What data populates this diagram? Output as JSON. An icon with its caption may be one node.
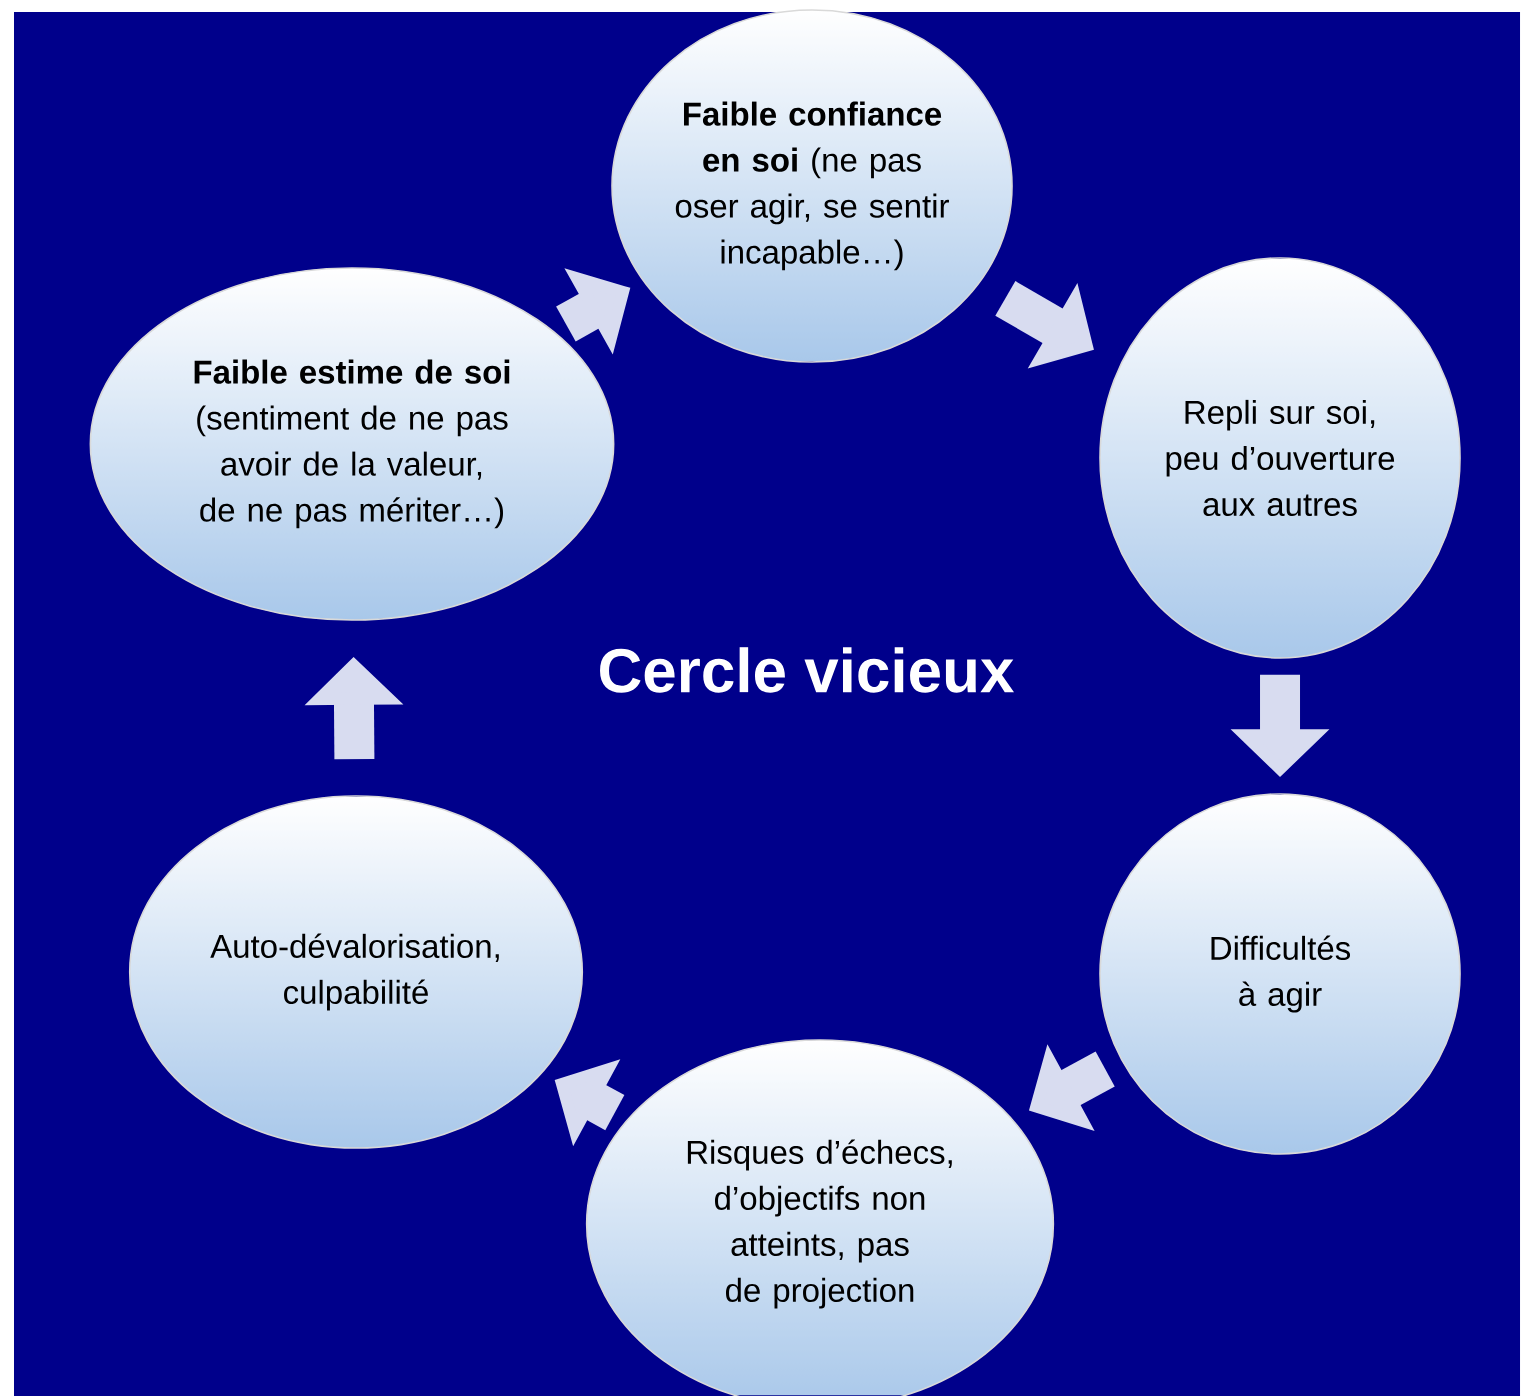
{
  "diagram": {
    "title": "Cercle vicieux",
    "nodes": [
      {
        "text": [
          "**Faible confiance en soi** (ne pas oser agir, se sentir incapable…)"
        ]
      },
      {
        "text": [
          "Repli sur soi, peu d’ouverture aux autres"
        ]
      },
      {
        "text": [
          "Difficultés à agir"
        ]
      },
      {
        "text": [
          "Risques d’échecs, d’objectifs non atteints, pas de projection"
        ]
      },
      {
        "text": [
          "Auto-dévalorisation, culpabilité"
        ]
      },
      {
        "text": [
          "**Faible estime de soi** (sentiment de ne pas avoir de la valeur, de ne pas mériter…)"
        ]
      }
    ],
    "edges": [
      {
        "from": 0,
        "to": 1,
        "arrow": "to"
      },
      {
        "from": 1,
        "to": 2,
        "arrow": "to"
      },
      {
        "from": 2,
        "to": 3,
        "arrow": "to"
      },
      {
        "from": 3,
        "to": 4,
        "arrow": "to"
      },
      {
        "from": 4,
        "to": 5,
        "arrow": "to"
      },
      {
        "from": 5,
        "to": 0,
        "arrow": "to"
      }
    ]
  }
}
